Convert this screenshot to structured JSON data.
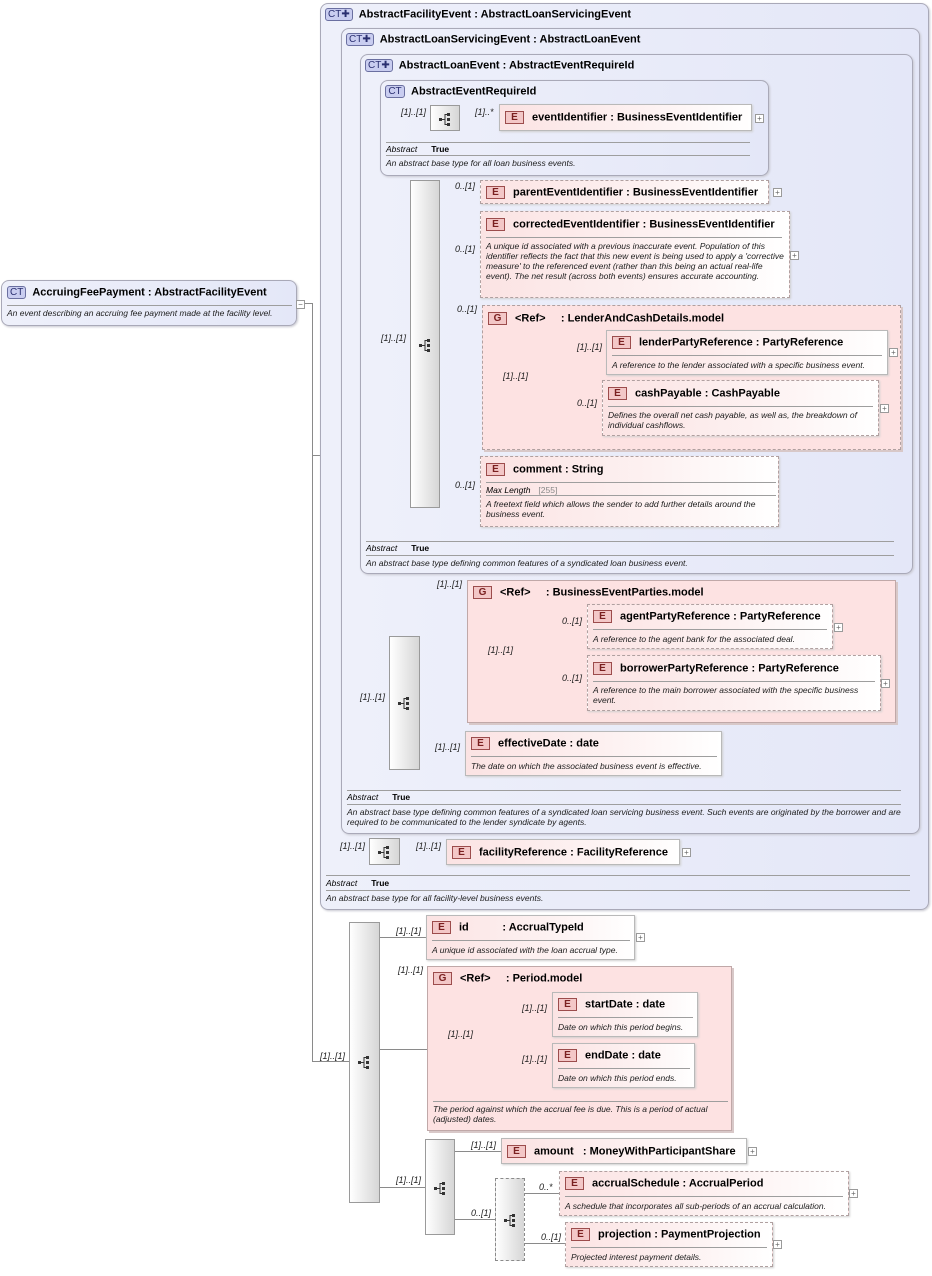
{
  "tags": {
    "ct": "CT",
    "e": "E",
    "g": "G",
    "ref": "<Ref>"
  },
  "root": {
    "title": "AccruingFeePayment",
    "base": "AbstractFacilityEvent",
    "doc": "An event describing an accruing fee payment made at the facility level."
  },
  "facility": {
    "title": "AbstractFacilityEvent",
    "base": "AbstractLoanServicingEvent",
    "abstract_label": "Abstract",
    "abstract_value": "True",
    "doc": "An abstract base type for all facility-level business events."
  },
  "servicing": {
    "title": "AbstractLoanServicingEvent",
    "base": "AbstractLoanEvent",
    "abstract_label": "Abstract",
    "abstract_value": "True",
    "doc": "An abstract base type defining common features of a syndicated loan servicing business event. Such events are originated by the borrower and are required to be communicated to the lender syndicate by agents."
  },
  "loan": {
    "title": "AbstractLoanEvent",
    "base": "AbstractEventRequireId",
    "abstract_label": "Abstract",
    "abstract_value": "True",
    "doc": "An abstract base type defining common features of a syndicated loan business event."
  },
  "require": {
    "title": "AbstractEventRequireId",
    "abstract_label": "Abstract",
    "abstract_value": "True",
    "doc": "An abstract base type for all loan business events."
  },
  "el": {
    "eventIdentifier": {
      "name": "eventIdentifier",
      "type": "BusinessEventIdentifier"
    },
    "parentEventIdentifier": {
      "name": "parentEventIdentifier",
      "type": "BusinessEventIdentifier"
    },
    "correctedEventIdentifier": {
      "name": "correctedEventIdentifier",
      "type": "BusinessEventIdentifier",
      "doc": "A unique id associated with a previous inaccurate event. Population of this identifier reflects the fact that this new event is being used to apply a 'corrective measure' to the referenced event (rather than this being an actual real-life event). The net result (across both events) ensures accurate accounting."
    },
    "lenderAndCash": {
      "name": "LenderAndCashDetails.model"
    },
    "lenderPartyReference": {
      "name": "lenderPartyReference",
      "type": "PartyReference",
      "doc": "A reference to the lender associated with a specific business event."
    },
    "cashPayable": {
      "name": "cashPayable",
      "type": "CashPayable",
      "doc": "Defines the overall net cash payable, as well as, the breakdown of individual cashflows."
    },
    "comment": {
      "name": "comment",
      "type": "String",
      "prop_label": "Max Length",
      "prop_value": "255",
      "doc": "A freetext field which allows the sender to add further details around the business event."
    },
    "parties": {
      "name": "BusinessEventParties.model"
    },
    "agentPartyReference": {
      "name": "agentPartyReference",
      "type": "PartyReference",
      "doc": "A reference to the agent bank for the associated deal."
    },
    "borrowerPartyReference": {
      "name": "borrowerPartyReference",
      "type": "PartyReference",
      "doc": "A reference to the main borrower associated with the specific business event."
    },
    "effectiveDate": {
      "name": "effectiveDate",
      "type": "date",
      "doc": "The date on which the associated business event is effective."
    },
    "facilityReference": {
      "name": "facilityReference",
      "type": "FacilityReference"
    },
    "id": {
      "name": "id",
      "type": "AccrualTypeId",
      "doc": "A unique id associated with the loan accrual type."
    },
    "period": {
      "name": "Period.model",
      "doc": "The period against which the accrual fee is due. This is a period of actual (adjusted) dates."
    },
    "startDate": {
      "name": "startDate",
      "type": "date",
      "doc": "Date on which this period begins."
    },
    "endDate": {
      "name": "endDate",
      "type": "date",
      "doc": "Date on which this period ends."
    },
    "amount": {
      "name": "amount",
      "type": "MoneyWithParticipantShare"
    },
    "accrualSchedule": {
      "name": "accrualSchedule",
      "type": "AccrualPeriod",
      "doc": "A schedule that incorporates all sub-periods of an accrual calculation."
    },
    "projection": {
      "name": "projection",
      "type": "PaymentProjection",
      "doc": "Projected interest payment details."
    }
  },
  "card": {
    "one": "[1]..[1]",
    "zero_one": "0..[1]",
    "one_many": "[1]..*",
    "zero_many": "0..*"
  },
  "colon": ":"
}
